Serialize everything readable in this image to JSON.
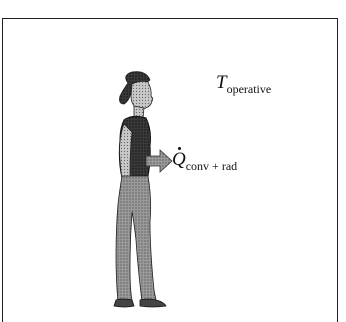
{
  "labels": {
    "temperature_symbol": "T",
    "temperature_subscript": "operative",
    "heat_symbol": "Q",
    "heat_subscript": "conv + rad"
  }
}
